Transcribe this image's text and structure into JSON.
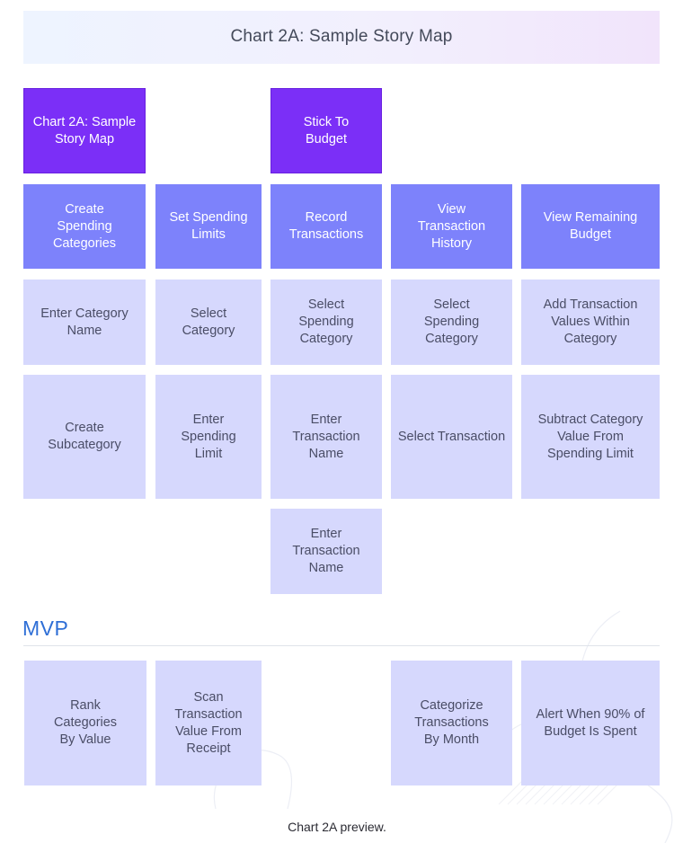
{
  "header": {
    "title": "Chart 2A: Sample Story Map"
  },
  "goals": [
    {
      "label": "Chart 2A: Sample Story Map"
    },
    {
      "label": "Stick To Budget"
    }
  ],
  "activities": [
    {
      "label": "Create Spending Categories"
    },
    {
      "label": "Set Spending Limits"
    },
    {
      "label": "Record Transactions"
    },
    {
      "label": "View Transaction History"
    },
    {
      "label": "View Remaining Budget"
    }
  ],
  "tasks_row1": [
    {
      "label": "Enter Category Name"
    },
    {
      "label": "Select Category"
    },
    {
      "label": "Select Spending Category"
    },
    {
      "label": "Select Spending Category"
    },
    {
      "label": "Add Transaction Values Within Category"
    }
  ],
  "tasks_row2": [
    {
      "label": "Create Subcategory"
    },
    {
      "label": "Enter Spending Limit"
    },
    {
      "label": "Enter Transaction Name"
    },
    {
      "label": "Select Transaction"
    },
    {
      "label": "Subtract Category Value From Spending Limit"
    }
  ],
  "tasks_row3": [
    {
      "label": "Enter Transaction Name"
    }
  ],
  "mvp": {
    "label": "MVP"
  },
  "later_tasks": [
    {
      "label": "Rank Categories By Value"
    },
    {
      "label": "Scan Transaction Value From Receipt"
    },
    {
      "label": "Categorize Transactions By Month"
    },
    {
      "label": "Alert When 90% of Budget Is Spent"
    }
  ],
  "caption": "Chart 2A preview.",
  "colors": {
    "goal": "#7b2ff7",
    "activity": "#7d82fb",
    "task": "#d6d8fd",
    "mvp": "#2f6fd6"
  }
}
